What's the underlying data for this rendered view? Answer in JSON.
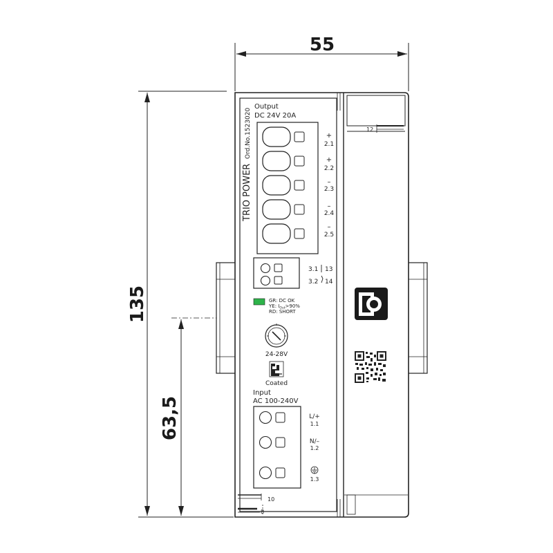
{
  "dimensions": {
    "width": "55",
    "height": "135",
    "height_partial": "63,5"
  },
  "device": {
    "brand": "TRIO POWER",
    "order_number": "Ord.No.1523020",
    "output_title": "Output",
    "output_rating": "DC 24V 20A",
    "output_terminals": [
      {
        "sign": "+",
        "id": "2.1"
      },
      {
        "sign": "+",
        "id": "2.2"
      },
      {
        "sign": "–",
        "id": "2.3"
      },
      {
        "sign": "–",
        "id": "2.4"
      },
      {
        "sign": "–",
        "id": "2.5"
      }
    ],
    "relay_contacts": {
      "left_top": "3.1",
      "left_bottom": "3.2",
      "right_top": "13",
      "right_bottom": "14"
    },
    "led_legend": [
      "GR: DC OK",
      "YE: I",
      "RD: SHORT"
    ],
    "led_legend_sub": "Out",
    "led_legend_suffix": ">90%",
    "pot_label": "24-28V",
    "coated_label": "Coated",
    "input_title": "Input",
    "input_rating": "AC 100-240V",
    "input_terminals": [
      {
        "sign": "L/+",
        "id": "1.1"
      },
      {
        "sign": "N/–",
        "id": "1.2"
      },
      {
        "sign": "",
        "id": "1.3"
      }
    ],
    "side_marks": {
      "top_right": "12",
      "bottom_a": "10",
      "bottom_b": "8"
    }
  },
  "colors": {
    "line": "#222222",
    "led_green": "#2db34a",
    "logo": "#1a1a1a"
  },
  "icons": [
    "ground-icon",
    "potentiometer-icon",
    "coated-icon",
    "brand-logo-icon",
    "qr-code-icon"
  ]
}
